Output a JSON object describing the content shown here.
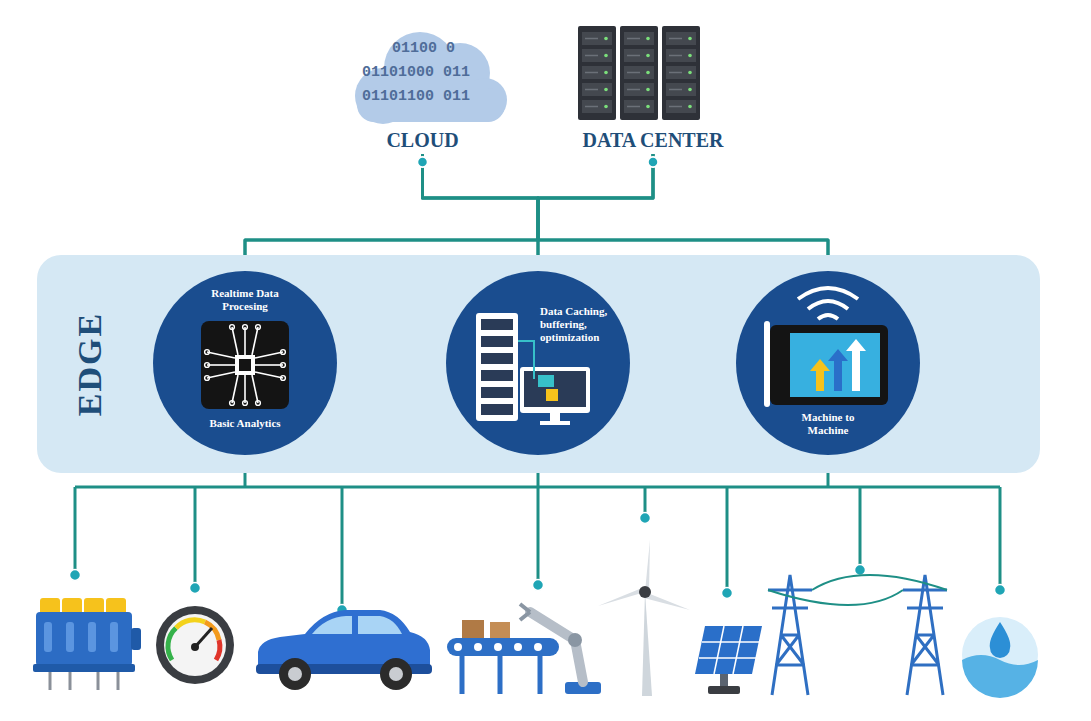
{
  "diagram": {
    "nodes": [
      {
        "text": [
          "CLOUD"
        ]
      },
      {
        "text": [
          "DATA CENTER"
        ]
      },
      {
        "text": [
          "EDGE"
        ]
      },
      {
        "text": [
          "Realtime Data Procesing",
          "Basic Analytics"
        ],
        "in": 2
      },
      {
        "text": [
          "Data Caching, buffering, optimization"
        ],
        "in": 2
      },
      {
        "text": [
          "Machine to Machine"
        ],
        "in": 2
      }
    ],
    "edges": [
      {
        "from": 0,
        "to": 3,
        "arrow": "none"
      },
      {
        "from": 0,
        "to": 4,
        "arrow": "none"
      },
      {
        "from": 0,
        "to": 5,
        "arrow": "none"
      },
      {
        "from": 1,
        "to": 3,
        "arrow": "none"
      },
      {
        "from": 1,
        "to": 4,
        "arrow": "none"
      },
      {
        "from": 1,
        "to": 5,
        "arrow": "none"
      },
      {
        "from": 3,
        "to": 4,
        "arrow": "both"
      },
      {
        "from": 4,
        "to": 5,
        "arrow": "both"
      }
    ],
    "labels": [
      "01100 0",
      "01101000 011",
      "01101100 011"
    ]
  }
}
